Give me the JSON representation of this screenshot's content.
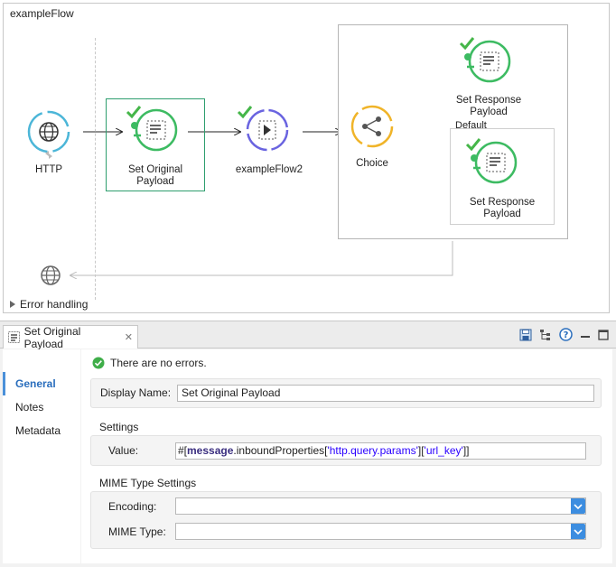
{
  "canvas": {
    "flow_name": "exampleFlow",
    "nodes": {
      "http": "HTTP",
      "set_original_payload": "Set Original\nPayload",
      "flow_ref": "exampleFlow2",
      "choice": "Choice",
      "set_response_payload_1": "Set Response\nPayload",
      "default": "Default",
      "set_response_payload_2": "Set Response\nPayload"
    },
    "error_handling": "Error handling"
  },
  "panel": {
    "tab_label": "Set Original Payload",
    "nav": [
      "General",
      "Notes",
      "Metadata"
    ],
    "status_message": "There are no errors.",
    "display_name_label": "Display Name:",
    "display_name_value": "Set Original Payload",
    "settings_title": "Settings",
    "value_label": "Value:",
    "value_parts": {
      "p1": "#[",
      "p2": "message",
      "p3": ".inboundProperties[",
      "p4": "'http.query.params'",
      "p5": "][",
      "p6": "'url_key'",
      "p7": "]]"
    },
    "mime_title": "MIME Type Settings",
    "encoding_label": "Encoding:",
    "encoding_value": "",
    "mime_type_label": "MIME Type:",
    "mime_type_value": ""
  },
  "colors": {
    "http_ring": "#4cb6d8",
    "transformer_ring": "#3dbb62",
    "flowref_ring": "#6a64e0",
    "choice_ring": "#f0b429",
    "check": "#45b649"
  }
}
